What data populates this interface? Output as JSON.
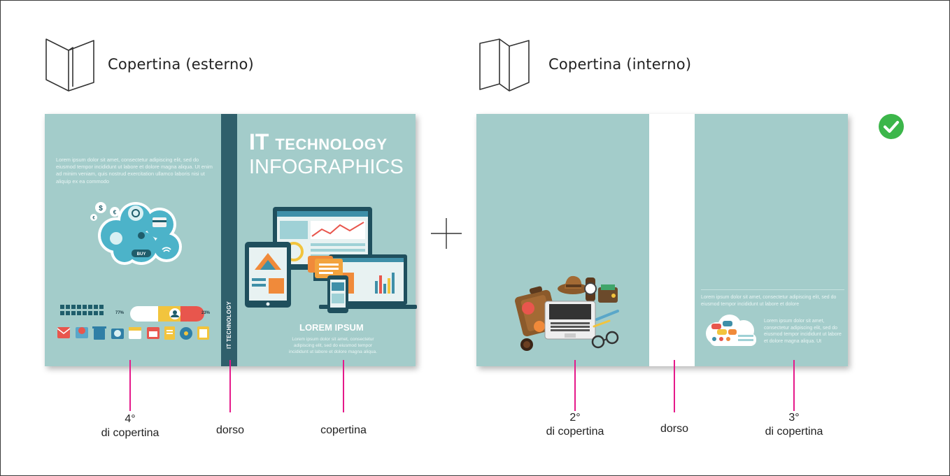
{
  "sections": {
    "outer": {
      "title": "Copertina (esterno)"
    },
    "inner": {
      "title": "Copertina (interno)"
    }
  },
  "outer_cover": {
    "back_text": "Lorem ipsum dolor sit amet, consectetur adipiscing elit, sed do eiusmod tempor incididunt ut labore et dolore magna aliqua. Ut enim ad minim veniam, quis nostrud exercitation ullamco laboris nisi ut aliquip ex ea commodo",
    "spine_text": "IT TECHNOLOGY",
    "title_line1": "IT TECHNOLOGY",
    "title_line2": "INFOGRAPHICS",
    "lorem_heading": "LOREM IPSUM",
    "front_text": "Lorem ipsum dolor sit amet, consectetur adipiscing elit, sed do eiusmod tempor incididunt ut labore et dolore magna aliqua.",
    "pct_left": "77%",
    "pct_right": "23%",
    "buy_label": "BUY"
  },
  "inner_cover": {
    "text_1": "Lorem ipsum dolor sit amet, consectetur adipiscing elit, sed do eiusmod tempor incididunt ut labore et dolore",
    "text_2": "Lorem ipsum dolor sit amet, consectetur adipiscing elit, sed do eiusmod tempor incididunt ut labore et dolore magna aliqua. Ut"
  },
  "labels": {
    "outer_back": {
      "line1": "4°",
      "line2": "di copertina"
    },
    "outer_spine": "dorso",
    "outer_front": "copertina",
    "inner_left": {
      "line1": "2°",
      "line2": "di copertina"
    },
    "inner_spine": "dorso",
    "inner_right": {
      "line1": "3°",
      "line2": "di copertina"
    }
  },
  "colors": {
    "panel": "#a3ccca",
    "spine": "#2f5f6b",
    "pink": "#e5198a",
    "check": "#3cb64a"
  },
  "icons": [
    "open-book-icon",
    "folded-book-icon",
    "plus-icon",
    "check-circle-icon"
  ]
}
